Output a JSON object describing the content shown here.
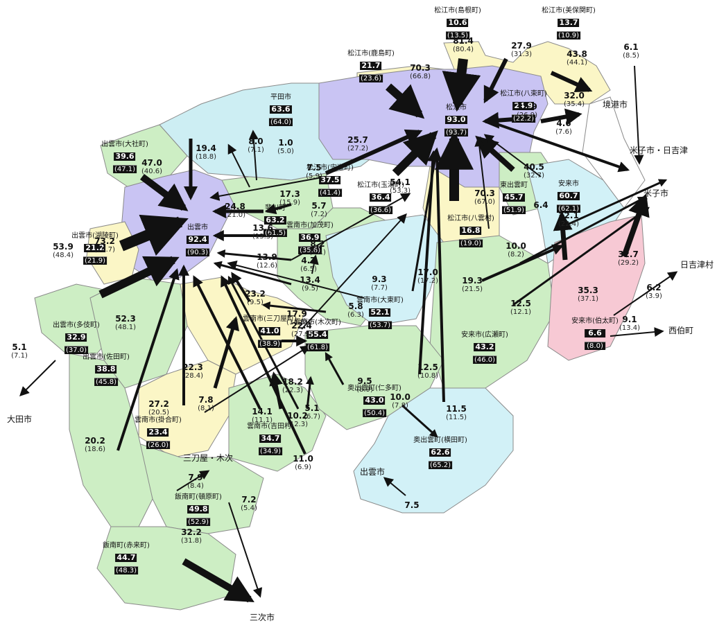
{
  "colors": {
    "matsue_region": "#c9c4f3",
    "hirata": "#cdeef3",
    "izumo_green": "#cdeec4",
    "yellow": "#fbf6c6",
    "blue": "#d2f1f7",
    "pink": "#f7c9d4",
    "arrow": "#111111"
  },
  "municipalities": [
    {
      "name": "松江市(島根町)",
      "value": "10.6",
      "prev": "(13.5)"
    },
    {
      "name": "松江市(美保関町)",
      "value": "13.7",
      "prev": "(10.9)"
    },
    {
      "name": "松江市(鹿島町)",
      "value": "21.7",
      "prev": "(23.6)"
    },
    {
      "name": "松江市",
      "value": "93.0",
      "prev": "(93.7)"
    },
    {
      "name": "松江市(八束町)",
      "value": "24.9",
      "prev": "(22.2)"
    },
    {
      "name": "平田市",
      "value": "63.6",
      "prev": "(64.0)"
    },
    {
      "name": "出雲市(大社町)",
      "value": "39.6",
      "prev": "(47.1)"
    },
    {
      "name": "松江市(宍道町)",
      "value": "37.5",
      "prev": "(41.4)"
    },
    {
      "name": "松江市(玉湯町)",
      "value": "36.4",
      "prev": "(36.6)"
    },
    {
      "name": "東出雲町",
      "value": "45.7",
      "prev": "(51.9)"
    },
    {
      "name": "安来市",
      "value": "60.7",
      "prev": "(62.1)"
    },
    {
      "name": "斐川町",
      "value": "63.2",
      "prev": "(61.5)"
    },
    {
      "name": "出雲市",
      "value": "92.4",
      "prev": "(90.3)"
    },
    {
      "name": "雲南市(加茂町)",
      "value": "36.9",
      "prev": "(35.6)"
    },
    {
      "name": "松江市(八雲村)",
      "value": "16.8",
      "prev": "(19.0)"
    },
    {
      "name": "出雲市(湖陵町)",
      "value": "21.2",
      "prev": "(21.9)"
    },
    {
      "name": "雲南市(大東町)",
      "value": "52.1",
      "prev": "(53.7)"
    },
    {
      "name": "出雲市(多伎町)",
      "value": "32.9",
      "prev": "(37.0)"
    },
    {
      "name": "雲南市(三刀屋町)",
      "value": "41.0",
      "prev": "(38.9)"
    },
    {
      "name": "雲南市(木次町)",
      "value": "55.4",
      "prev": "(61.8)"
    },
    {
      "name": "安来市(広瀬町)",
      "value": "43.2",
      "prev": "(46.0)"
    },
    {
      "name": "安来市(伯太町)",
      "value": "6.6",
      "prev": "(8.0)"
    },
    {
      "name": "出雲市(佐田町)",
      "value": "38.8",
      "prev": "(45.8)"
    },
    {
      "name": "奥出雲町(仁多町)",
      "value": "43.0",
      "prev": "(50.4)"
    },
    {
      "name": "雲南市(掛合町)",
      "value": "23.4",
      "prev": "(26.0)"
    },
    {
      "name": "雲南市(吉田村)",
      "value": "34.7",
      "prev": "(34.9)"
    },
    {
      "name": "奥出雲町(横田町)",
      "value": "62.6",
      "prev": "(65.2)"
    },
    {
      "name": "飯南町(頓原町)",
      "value": "49.8",
      "prev": "(52.9)"
    },
    {
      "name": "飯南町(赤来町)",
      "value": "44.7",
      "prev": "(48.3)"
    }
  ],
  "flows": [
    {
      "value": "81.4",
      "prev": "(80.4)"
    },
    {
      "value": "27.9",
      "prev": "(31.3)"
    },
    {
      "value": "70.3",
      "prev": "(66.8)"
    },
    {
      "value": "43.8",
      "prev": "(44.1)"
    },
    {
      "value": "6.1",
      "prev": "(8.5)"
    },
    {
      "value": "32.0",
      "prev": "(35.4)"
    },
    {
      "value": "32.9",
      "prev": "(26.9)"
    },
    {
      "value": "4.6",
      "prev": "(7.6)"
    },
    {
      "value": "25.7",
      "prev": "(27.2)"
    },
    {
      "value": "19.4",
      "prev": "(18.8)"
    },
    {
      "value": "8.0",
      "prev": "(7.1)"
    },
    {
      "value": "1.0",
      "prev": "(5.0)"
    },
    {
      "value": "47.0",
      "prev": "(40.6)"
    },
    {
      "value": "7.5",
      "prev": "(5.9)"
    },
    {
      "value": "54.1",
      "prev": "(53.3)"
    },
    {
      "value": "40.5",
      "prev": "(32.7)"
    },
    {
      "value": "6.4",
      "prev": ""
    },
    {
      "value": "17.3",
      "prev": "(15.9)"
    },
    {
      "value": "24.8",
      "prev": "(21.0)"
    },
    {
      "value": "5.7",
      "prev": "(7.2)"
    },
    {
      "value": "70.3",
      "prev": "(67.0)"
    },
    {
      "value": "22.1",
      "prev": "(22.4)"
    },
    {
      "value": "13.6",
      "prev": "(13.3)"
    },
    {
      "value": "73.2",
      "prev": "(70.7)"
    },
    {
      "value": "8.2",
      "prev": "(9.1)"
    },
    {
      "value": "10.0",
      "prev": "(8.2)"
    },
    {
      "value": "13.9",
      "prev": "(12.6)"
    },
    {
      "value": "4.7",
      "prev": "(6.5)"
    },
    {
      "value": "17.0",
      "prev": "(17.2)"
    },
    {
      "value": "32.7",
      "prev": "(29.2)"
    },
    {
      "value": "19.3",
      "prev": "(21.5)"
    },
    {
      "value": "53.9",
      "prev": "(48.4)"
    },
    {
      "value": "9.3",
      "prev": "(7.7)"
    },
    {
      "value": "13.4",
      "prev": "(9.5)"
    },
    {
      "value": "35.3",
      "prev": "(37.1)"
    },
    {
      "value": "6.2",
      "prev": "(3.9)"
    },
    {
      "value": "23.2",
      "prev": "(9.5)"
    },
    {
      "value": "5.8",
      "prev": "(6.3)"
    },
    {
      "value": "12.5",
      "prev": "(12.1)"
    },
    {
      "value": "17.9",
      "prev": "(14.8)"
    },
    {
      "value": "9.1",
      "prev": "(13.4)"
    },
    {
      "value": "52.3",
      "prev": "(48.1)"
    },
    {
      "value": "22.4",
      "prev": "(27.9)"
    },
    {
      "value": "5.1",
      "prev": "(7.1)"
    },
    {
      "value": "22.3",
      "prev": "(28.4)"
    },
    {
      "value": "12.5",
      "prev": "(10.8)"
    },
    {
      "value": "9.5",
      "prev": "(8.9)"
    },
    {
      "value": "10.0",
      "prev": "(7.8)"
    },
    {
      "value": "7.8",
      "prev": "(8.1)"
    },
    {
      "value": "27.2",
      "prev": "(20.5)"
    },
    {
      "value": "18.2",
      "prev": "(22.3)"
    },
    {
      "value": "11.5",
      "prev": "(11.5)"
    },
    {
      "value": "14.1",
      "prev": "(11.1)"
    },
    {
      "value": "5.1",
      "prev": "(6.7)"
    },
    {
      "value": "10.2",
      "prev": "(12.3)"
    },
    {
      "value": "20.2",
      "prev": "(18.6)"
    },
    {
      "value": "11.0",
      "prev": "(6.9)"
    },
    {
      "value": "7.9",
      "prev": "(8.4)"
    },
    {
      "value": "7.2",
      "prev": "(5.4)"
    },
    {
      "value": "7.5",
      "prev": ""
    },
    {
      "value": "32.2",
      "prev": "(31.8)"
    }
  ],
  "external_places": [
    "境港市",
    "米子市・日吉津",
    "米子市",
    "日吉津村",
    "西伯町",
    "大田市",
    "三刀屋・木次",
    "出雲市",
    "三次市"
  ]
}
